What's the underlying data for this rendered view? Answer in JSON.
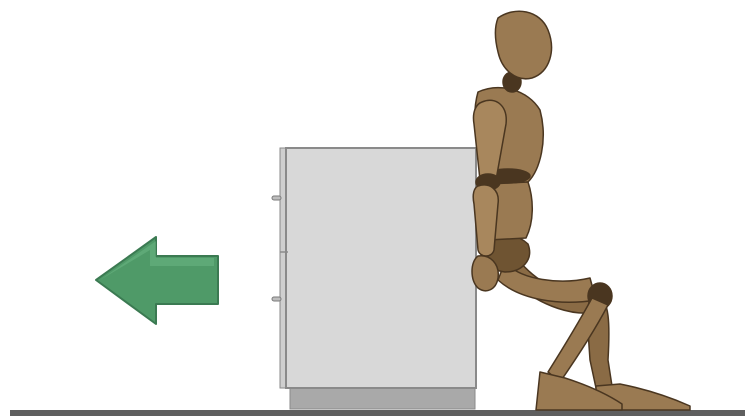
{
  "scene": {
    "description_labels": [],
    "colors": {
      "background": "#ffffff",
      "floor": "#5f5f5f",
      "cabinet_face": "#d8d8d8",
      "cabinet_edge": "#8a8a8a",
      "cabinet_base": "#a9a9a9",
      "arrow_fill": "#4f9a68",
      "arrow_stroke": "#3b7a52",
      "wood": "#9a7a52",
      "wood_dark": "#6f5432",
      "joint": "#4a3620"
    },
    "arrow": {
      "direction": "left",
      "icon": "left-arrow-icon"
    },
    "figure": {
      "icon": "wooden-mannequin-icon",
      "pose": "pushing"
    },
    "cabinet": {
      "drawers": 2,
      "icon": "cabinet-icon"
    }
  }
}
